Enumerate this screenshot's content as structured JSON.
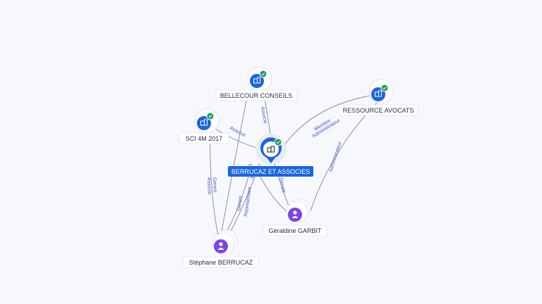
{
  "colors": {
    "company": "#1a66e0",
    "person": "#7b45e8",
    "verified": "#1f9d55",
    "edge": "#8a8fa8",
    "edge_label": "#4a55c8"
  },
  "nodes": {
    "main": {
      "label": "BERRUCAZ ET ASSOCIES",
      "icon": "building-icon"
    },
    "bellecour": {
      "label": "BELLECOUR CONSEILS",
      "icon": "building-icon"
    },
    "sci": {
      "label": "SCI 4M 2017",
      "icon": "building-icon"
    },
    "ressource": {
      "label": "RESSOURCE AVOCATS",
      "icon": "building-icon"
    },
    "geraldine": {
      "label": "Géraldine GARBIT",
      "icon": "person-icon"
    },
    "stephane": {
      "label": "Stéphane BERRUCAZ",
      "icon": "person-icon"
    }
  },
  "edges": {
    "bellecour_main": "Associe",
    "sci_main": "Associe",
    "ressource_main_1": "Membre",
    "ressource_main_2": "Administrateur",
    "ressource_geraldine": "Administrateur",
    "sci_stephane_1": "Gerant",
    "sci_stephane_2": "Associe",
    "stephane_main_1": "Gerant",
    "stephane_main_2": "Representant",
    "main_geraldine": "Gerant",
    "main_stephane_3": "Gerant"
  }
}
